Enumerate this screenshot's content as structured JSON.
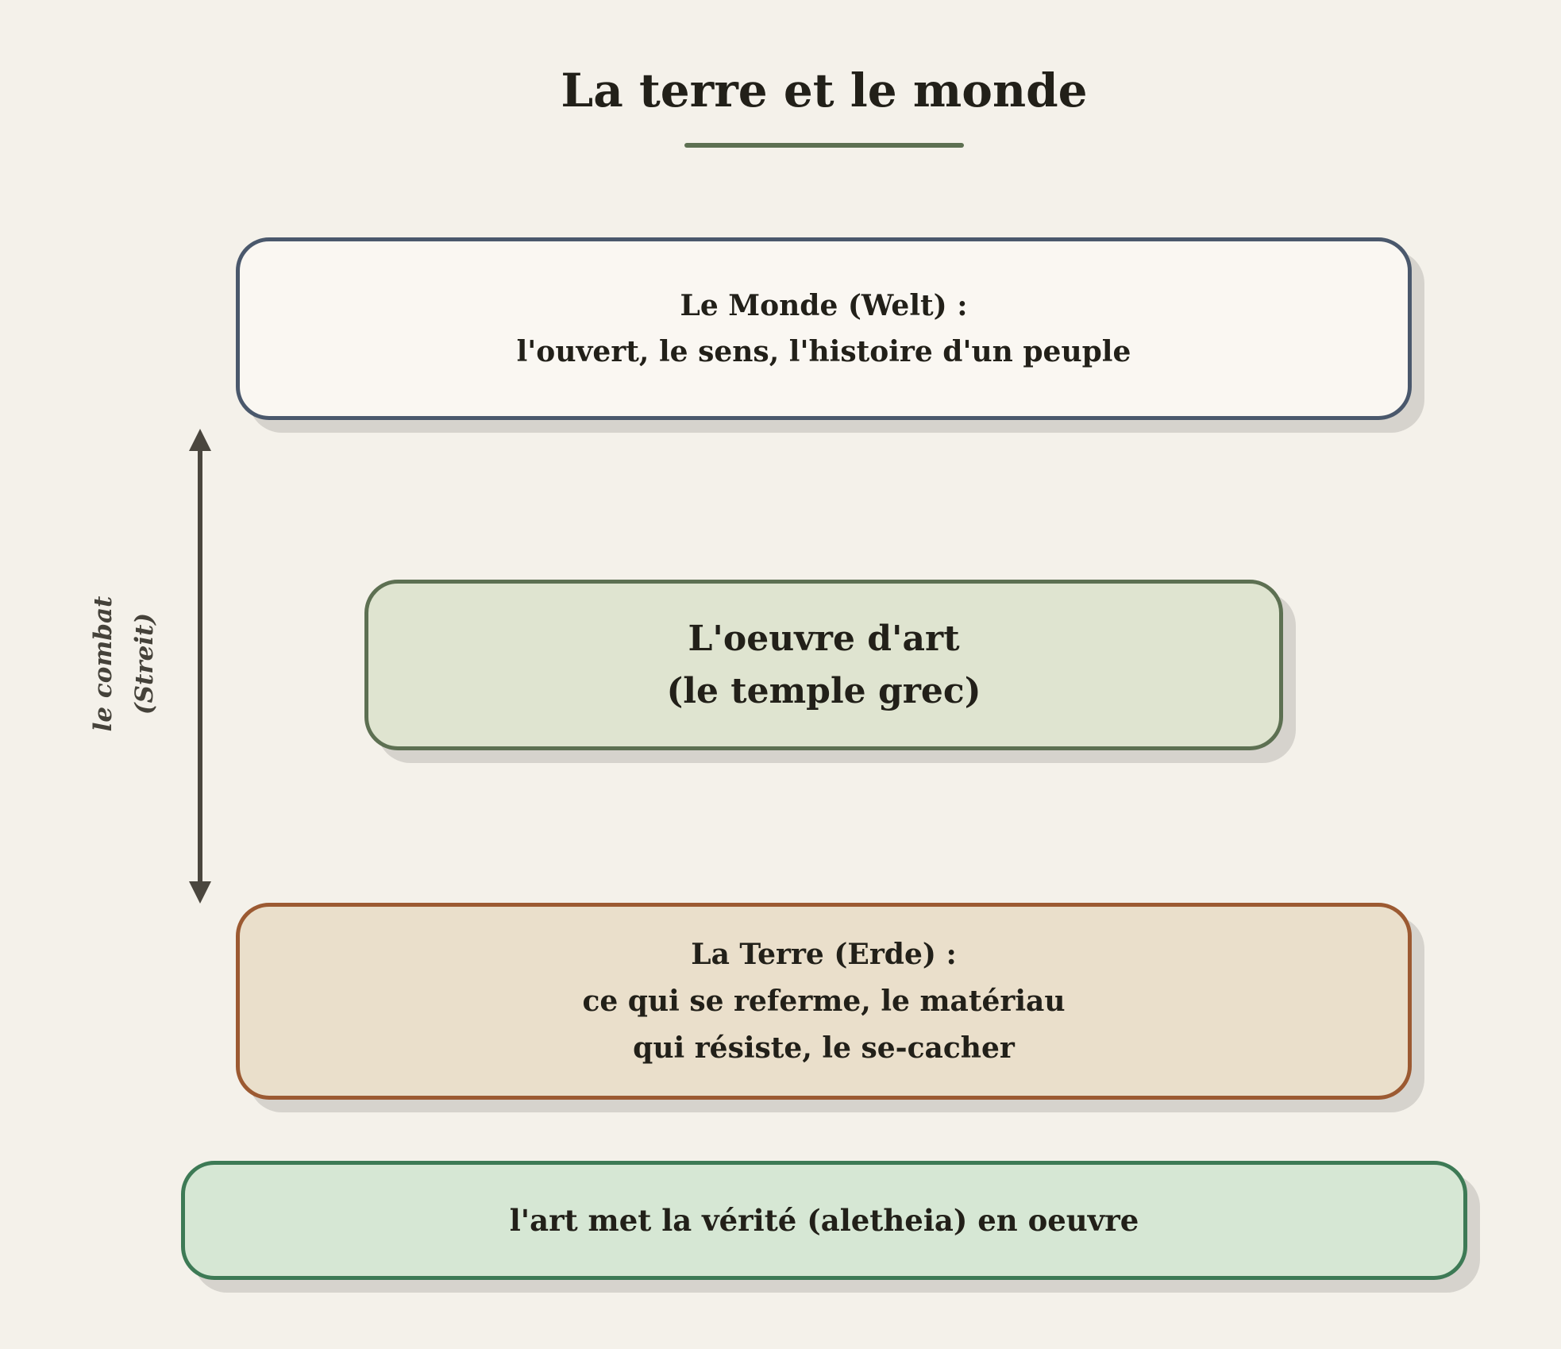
{
  "title": "La terre et le monde",
  "boxes": {
    "monde": {
      "line1": "Le Monde (Welt) :",
      "line2": "l'ouvert, le sens, l'histoire d'un peuple"
    },
    "oeuvre": {
      "line1": "L'oeuvre d'art",
      "line2": "(le temple grec)"
    },
    "terre": {
      "line1": "La Terre (Erde) :",
      "line2": "ce qui se referme, le matériau",
      "line3": "qui résiste, le se-cacher"
    },
    "verite": {
      "line1": "l'art met la vérité (aletheia) en oeuvre"
    }
  },
  "combat": {
    "line1": "le combat",
    "line2": "(Streit)"
  },
  "colors": {
    "background": "#f4f1ea",
    "title_underline": "#5d7052",
    "monde_border": "#4a586c",
    "oeuvre_border": "#5d7052",
    "oeuvre_fill": "#dfe4d0",
    "terre_border": "#9c5a32",
    "terre_fill": "#eadfcb",
    "verite_border": "#3d7a55",
    "verite_fill": "#d6e7d4",
    "arrow": "#4a463e"
  }
}
